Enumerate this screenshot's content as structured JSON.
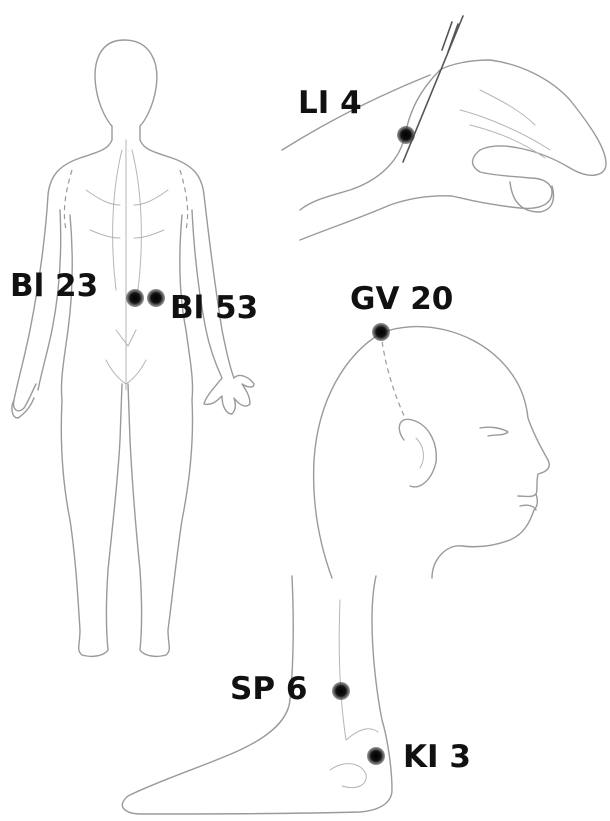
{
  "points": [
    {
      "id": "li4",
      "label": "LI 4",
      "region": "hand"
    },
    {
      "id": "bl23",
      "label": "Bl 23",
      "region": "lower-back"
    },
    {
      "id": "bl53",
      "label": "Bl 53",
      "region": "lower-back"
    },
    {
      "id": "gv20",
      "label": "GV 20",
      "region": "head"
    },
    {
      "id": "sp6",
      "label": "SP 6",
      "region": "ankle"
    },
    {
      "id": "ki3",
      "label": "KI 3",
      "region": "ankle"
    }
  ],
  "colors": {
    "point": "#111111",
    "outline": "#9a9a9a"
  }
}
